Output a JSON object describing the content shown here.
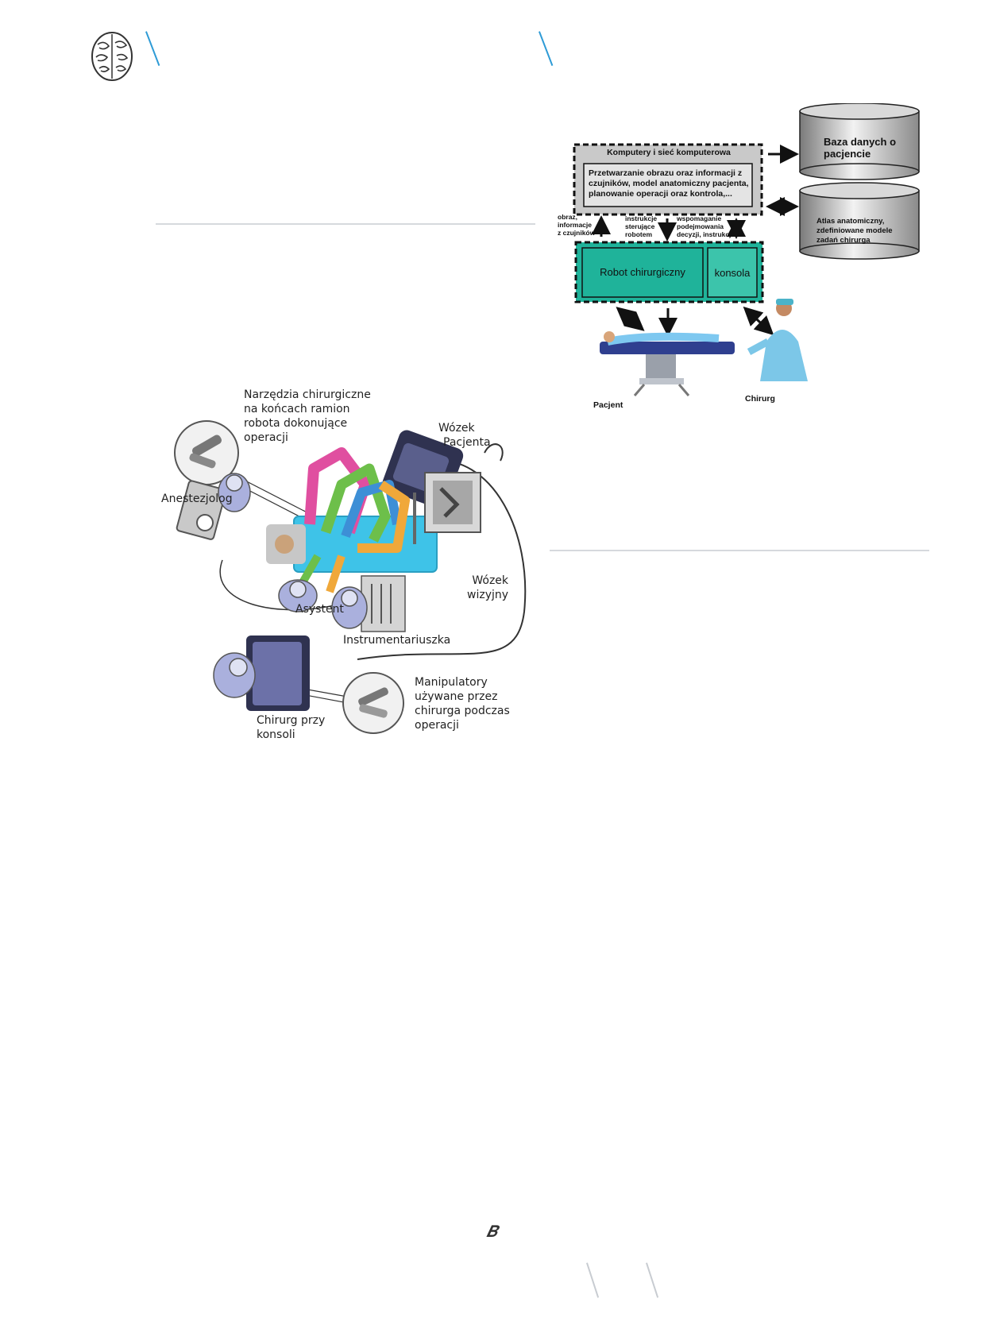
{
  "page": {
    "footer_glyph": "𝑩"
  },
  "figure_left": {
    "labels": {
      "tools": [
        "Narzędzia chirurgiczne",
        "na końcach ramion",
        "robota dokonujące",
        "operacji"
      ],
      "patient_cart": [
        "Wózek",
        "Pacjenta"
      ],
      "anesthesiologist": "Anestezjolog",
      "vision_cart": [
        "Wózek",
        "wizyjny"
      ],
      "assistant": "Asystent",
      "scrub_nurse": "Instrumentariuszka",
      "manipulators": [
        "Manipulatory",
        "używane przez",
        "chirurga podczas",
        "operacji"
      ],
      "surgeon_console": [
        "Chirurg przy",
        "konsoli"
      ]
    }
  },
  "figure_right": {
    "computers_title": "Komputery i sieć komputerowa",
    "processing": [
      "Przetwarzanie obrazu oraz informacji z",
      "czujników, model anatomiczny pacjenta,",
      "planowanie operacji oraz kontrola,..."
    ],
    "db_patient": [
      "Baza danych o",
      "pacjencie"
    ],
    "db_atlas": [
      "Atlas anatomiczny,",
      "zdefiniowane modele",
      "zadań chirurga"
    ],
    "arrow_image": [
      "obraz,",
      "informacje",
      "z czujników"
    ],
    "arrow_instructions": [
      "instrukcje",
      "sterujące",
      "robotem"
    ],
    "arrow_decision": [
      "wspomaganie",
      "podejmowania",
      "decyzji, instrukcje"
    ],
    "robot": "Robot chirurgiczny",
    "console": "konsola",
    "patient": "Pacjent",
    "surgeon": "Chirurg"
  },
  "colors": {
    "accent_blue": "#2e9bd6",
    "teal": "#1fb39a",
    "teal_light": "#3cc4ab",
    "gray_box": "#c9c9c9",
    "inner_box": "#e4e4e4"
  }
}
